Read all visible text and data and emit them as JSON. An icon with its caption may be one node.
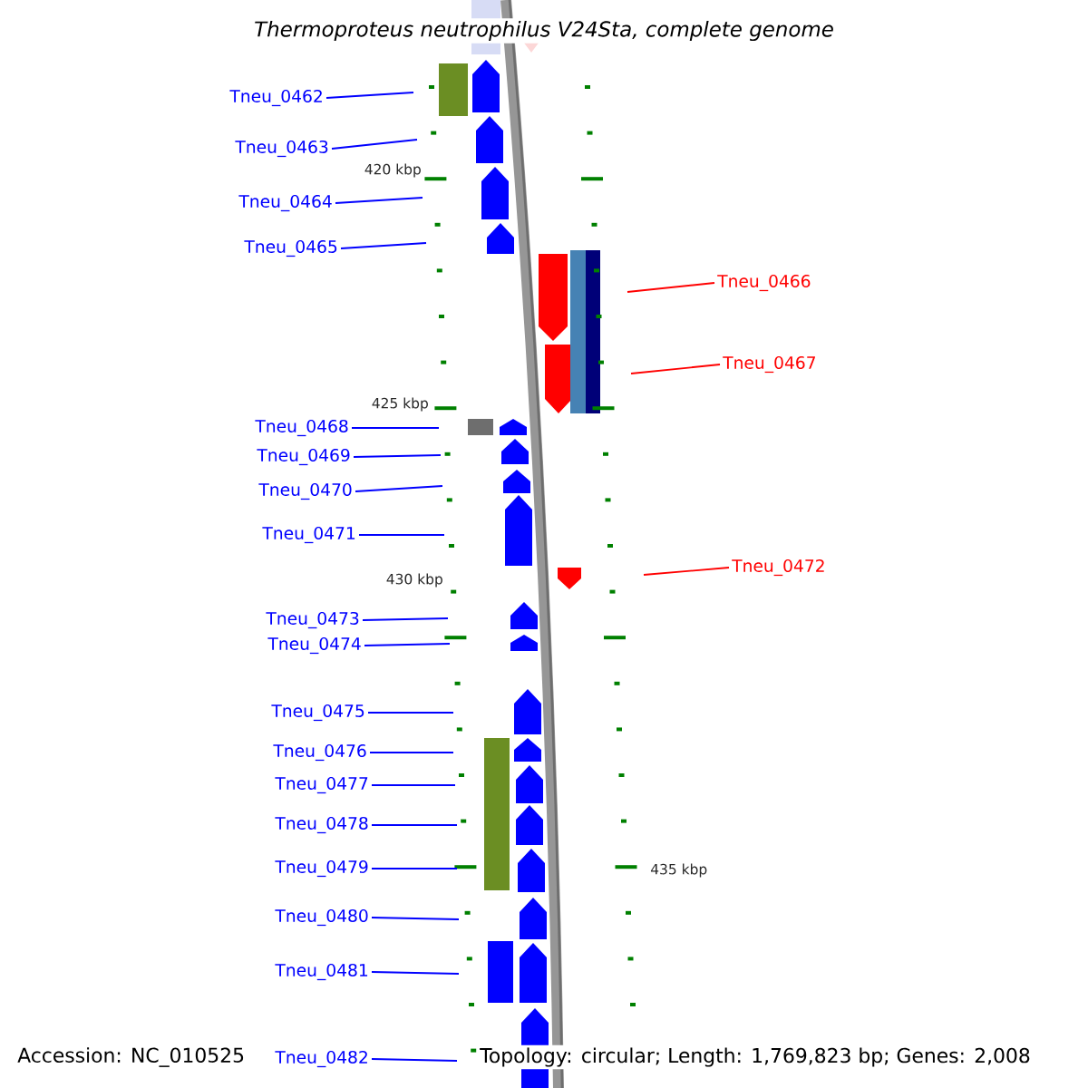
{
  "diagram": {
    "title": "Thermoproteus neutrophilus V24Sta, complete genome",
    "nodes": [
      {
        "text": [
          "Tneu_0462"
        ]
      },
      {
        "text": [
          "Tneu_0463"
        ]
      },
      {
        "text": [
          "Tneu_0464"
        ]
      },
      {
        "text": [
          "Tneu_0465"
        ]
      },
      {
        "text": [
          "Tneu_0466"
        ]
      },
      {
        "text": [
          "Tneu_0467"
        ]
      },
      {
        "text": [
          "Tneu_0468"
        ]
      },
      {
        "text": [
          "Tneu_0469"
        ]
      },
      {
        "text": [
          "Tneu_0470"
        ]
      },
      {
        "text": [
          "Tneu_0471"
        ]
      },
      {
        "text": [
          "Tneu_0472"
        ]
      },
      {
        "text": [
          "Tneu_0473"
        ]
      },
      {
        "text": [
          "Tneu_0474"
        ]
      },
      {
        "text": [
          "Tneu_0475"
        ]
      },
      {
        "text": [
          "Tneu_0476"
        ]
      },
      {
        "text": [
          "Tneu_0477"
        ]
      },
      {
        "text": [
          "Tneu_0478"
        ]
      },
      {
        "text": [
          "Tneu_0479"
        ]
      },
      {
        "text": [
          "Tneu_0480"
        ]
      },
      {
        "text": [
          "Tneu_0481"
        ]
      },
      {
        "text": [
          "Tneu_0482"
        ]
      }
    ],
    "edges": [
      {
        "from": 0,
        "to": null,
        "arrow": "none"
      },
      {
        "from": 1,
        "to": null,
        "arrow": "none"
      },
      {
        "from": 2,
        "to": null,
        "arrow": "none"
      },
      {
        "from": 3,
        "to": null,
        "arrow": "none"
      },
      {
        "from": 4,
        "to": null,
        "arrow": "none",
        "color": "#ff0000"
      },
      {
        "from": 5,
        "to": null,
        "arrow": "none",
        "color": "#ff0000"
      },
      {
        "from": 6,
        "to": null,
        "arrow": "none"
      },
      {
        "from": 7,
        "to": null,
        "arrow": "none"
      },
      {
        "from": 8,
        "to": null,
        "arrow": "none"
      },
      {
        "from": 9,
        "to": null,
        "arrow": "none"
      },
      {
        "from": 10,
        "to": null,
        "arrow": "none",
        "color": "#ff0000"
      },
      {
        "from": 11,
        "to": null,
        "arrow": "none"
      },
      {
        "from": 12,
        "to": null,
        "arrow": "none"
      },
      {
        "from": 13,
        "to": null,
        "arrow": "none"
      },
      {
        "from": 14,
        "to": null,
        "arrow": "none"
      },
      {
        "from": 15,
        "to": null,
        "arrow": "none"
      },
      {
        "from": 16,
        "to": null,
        "arrow": "none"
      },
      {
        "from": 17,
        "to": null,
        "arrow": "none"
      },
      {
        "from": 18,
        "to": null,
        "arrow": "none"
      },
      {
        "from": 19,
        "to": null,
        "arrow": "none"
      },
      {
        "from": 20,
        "to": null,
        "arrow": "none"
      }
    ],
    "labels": [
      "420 kbp",
      "425 kbp",
      "430 kbp",
      "435 kbp",
      "Accession: NC_010525",
      "Topology: circular; Length: 1,769,823 bp; Genes: 2,008"
    ]
  }
}
